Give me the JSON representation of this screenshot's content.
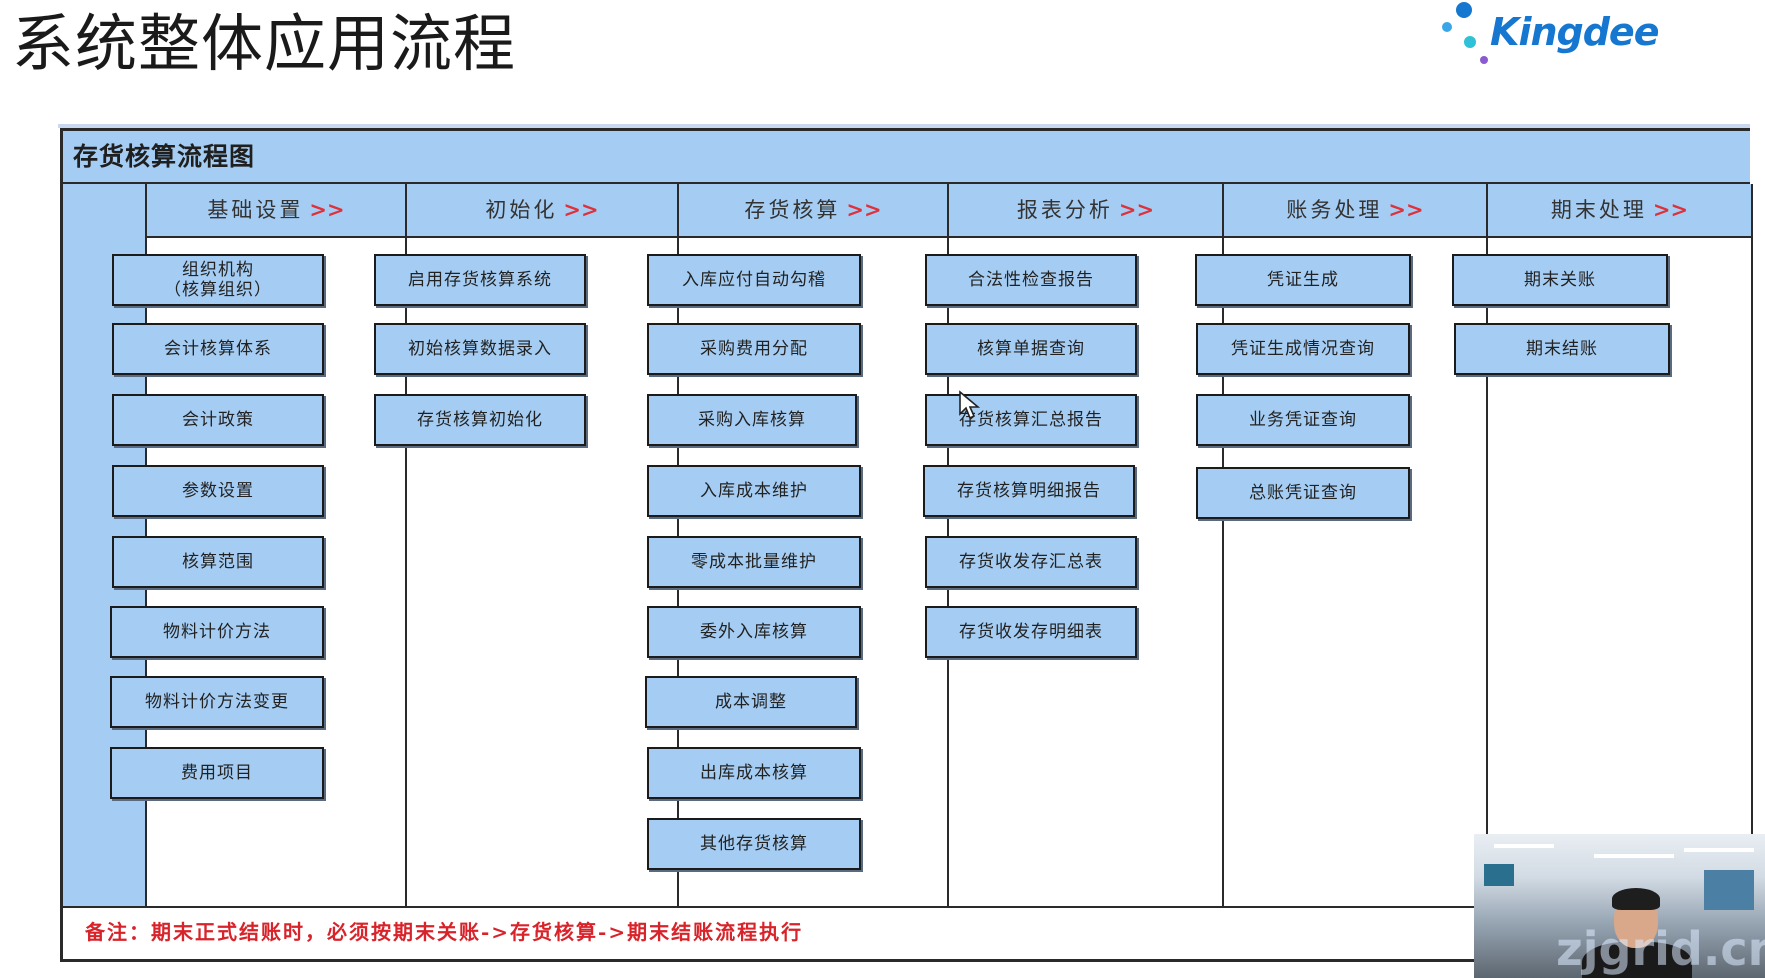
{
  "page": {
    "title": "系统整体应用流程"
  },
  "logo": {
    "text": "Kingdee"
  },
  "flowchart": {
    "title": "存货核算流程图",
    "columns": [
      {
        "label": "基础设置",
        "arrow": ">>",
        "items": [
          "组织机构\n（核算组织）",
          "会计核算体系",
          "会计政策",
          "参数设置",
          "核算范围",
          "物料计价方法",
          "物料计价方法变更",
          "费用项目"
        ]
      },
      {
        "label": "初始化",
        "arrow": ">>",
        "items": [
          "启用存货核算系统",
          "初始核算数据录入",
          "存货核算初始化"
        ]
      },
      {
        "label": "存货核算",
        "arrow": ">>",
        "items": [
          "入库应付自动勾稽",
          "采购费用分配",
          "采购入库核算",
          "入库成本维护",
          "零成本批量维护",
          "委外入库核算",
          "成本调整",
          "出库成本核算",
          "其他存货核算"
        ]
      },
      {
        "label": "报表分析",
        "arrow": ">>",
        "items": [
          "合法性检查报告",
          "核算单据查询",
          "存货核算汇总报告",
          "存货核算明细报告",
          "存货收发存汇总表",
          "存货收发存明细表"
        ]
      },
      {
        "label": "账务处理",
        "arrow": ">>",
        "items": [
          "凭证生成",
          "凭证生成情况查询",
          "业务凭证查询",
          "总账凭证查询"
        ]
      },
      {
        "label": "期末处理",
        "arrow": ">>",
        "items": [
          "期末关账",
          "期末结账"
        ]
      }
    ],
    "note": "备注：期末正式结账时，必须按期末关账->存货核算->期末结账流程执行"
  },
  "webcam": {
    "watermark": "zjgrid.cn"
  },
  "colors": {
    "node_fill": "#a5cdf3",
    "note_red": "#d8232a",
    "arrow_red": "#e0303a",
    "logo_blue": "#1677d0"
  },
  "icons": [
    "mouse-cursor-icon",
    "kingdee-logo-icon"
  ]
}
